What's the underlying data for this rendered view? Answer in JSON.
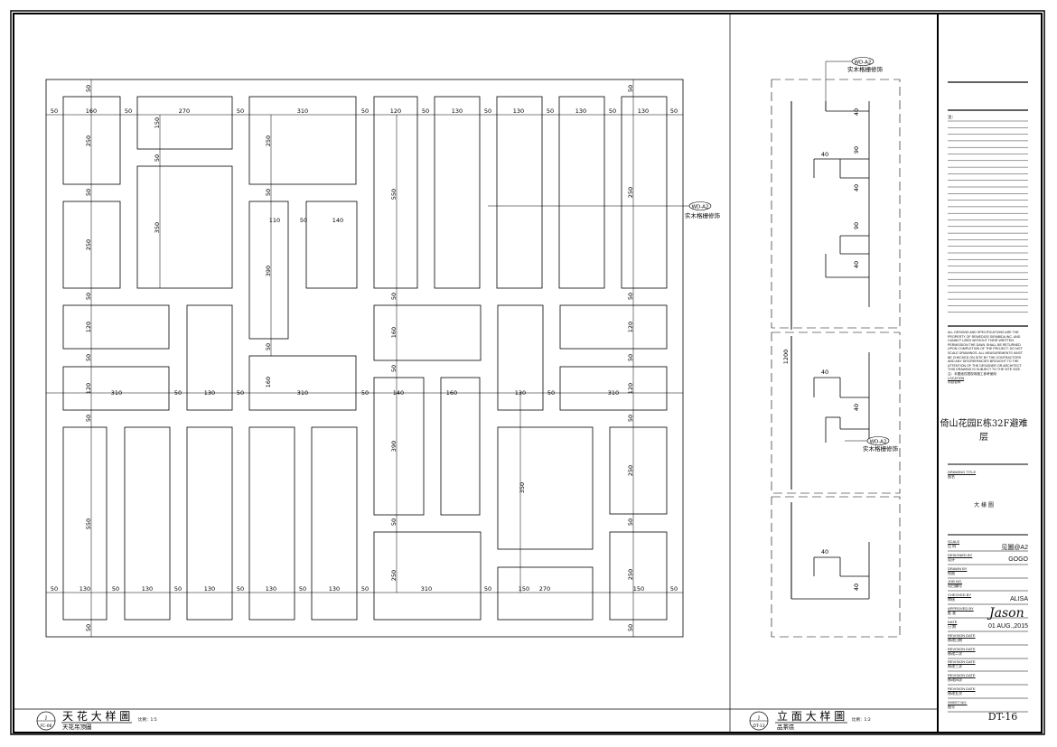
{
  "plan": {
    "title": "天 花 大 样 圖",
    "scale": "比例：1:5",
    "subtitle": "天花吊顶圖",
    "bubble_top": "J",
    "bubble_bottom": "FC-06"
  },
  "elevation": {
    "title": "立 面 大 样 圖",
    "scale": "比例：1:2",
    "subtitle": "品茶區",
    "bubble_top": "J",
    "bubble_bottom": "DT-13",
    "callout_tag": "WD-A2",
    "callout_text": "实木格栅修饰"
  },
  "plan_callout": {
    "tag": "WD-A2",
    "text": "实木格栅修饰"
  },
  "title_block": {
    "lines_label": "注：",
    "notes": "ALL DESIGNS AND SPECIFICATIONS ARE THE PROPERTY OF REMEDIOS SIEMBIDA INC. AND CANNOT USED WITHOUT THEIR WRITTEN PERMISSION THE DAWL SHALL BE RETURNED UPON COMPLETION OF THE PROJECT. DO NOT SCALE DRAWINGS. ALL MEASUREMENTS MUST BE CHECKED ON SITE BY THE CONTRACTORS AND ANY DISCREPANCIES BROUGHT TO THE ATTENTION OF THE DESIGNER OR ARCHITECT. THIS DRAWING IS SUBJECT TO THE SITE SIZE.",
    "notes_cn": "注：本图纸仅限现场施工参考使用",
    "location_label": "LOCATION",
    "location_cn": "项目名称",
    "project": "倚山花园E栋32F避难层",
    "drawing_title_label": "DRAWING TITLE",
    "drawing_title_cn": "图名",
    "drawing_title": "大 樣 圖",
    "rows": [
      {
        "label": "SCALE",
        "cn": "比 例",
        "value": "见圖@A2"
      },
      {
        "label": "DESIGNED BY",
        "cn": "设计",
        "value": "GOGO"
      },
      {
        "label": "DRAWN BY",
        "cn": "绘图",
        "value": ""
      },
      {
        "label": "JOB NO.",
        "cn": "项目编号",
        "value": ""
      },
      {
        "label": "CHECKED BY",
        "cn": "审核",
        "value": "ALISA"
      },
      {
        "label": "APPROVED BY",
        "cn": "批 准",
        "value": ""
      },
      {
        "label": "DATE",
        "cn": "日 期",
        "value": "01 AUG.,2015"
      },
      {
        "label": "REVISION DATE",
        "cn": "修改日期",
        "value": ""
      },
      {
        "label": "REVISION DATE",
        "cn": "修改二次",
        "value": ""
      },
      {
        "label": "REVISION DATE",
        "cn": "修改三次",
        "value": ""
      },
      {
        "label": "REVISION DATE",
        "cn": "修改四次",
        "value": ""
      },
      {
        "label": "REVISION DATE",
        "cn": "修改五次",
        "value": ""
      },
      {
        "label": "SHEET NO.",
        "cn": "图号",
        "value": "DT-16"
      }
    ],
    "signature": "Jason"
  },
  "dims": {
    "top_row": [
      "50",
      "160",
      "50",
      "270",
      "50",
      "310",
      "50",
      "120",
      "50",
      "130",
      "50",
      "130",
      "50",
      "130",
      "50",
      "130",
      "50"
    ],
    "mid_row": [
      "310",
      "50",
      "130",
      "50",
      "310",
      "50",
      "140",
      "160",
      "130",
      "50",
      "310"
    ],
    "bottom_row": [
      "50",
      "130",
      "50",
      "130",
      "50",
      "130",
      "50",
      "130",
      "50",
      "130",
      "50",
      "310",
      "50",
      "150",
      "270",
      "150",
      "50"
    ],
    "v_labels": [
      "50",
      "250",
      "50",
      "250",
      "50",
      "120",
      "50",
      "120",
      "50",
      "550",
      "50",
      "150",
      "50",
      "350",
      "250",
      "50",
      "110",
      "50",
      "140",
      "390",
      "50",
      "160",
      "550",
      "50",
      "160",
      "50",
      "390",
      "50",
      "250",
      "350",
      "50",
      "250",
      "50",
      "120",
      "50",
      "120",
      "50",
      "250",
      "50",
      "250",
      "50"
    ],
    "elev_dims": [
      "40",
      "90",
      "40",
      "90",
      "40",
      "1200",
      "40",
      "40",
      "40",
      "40",
      "40",
      "40"
    ]
  }
}
